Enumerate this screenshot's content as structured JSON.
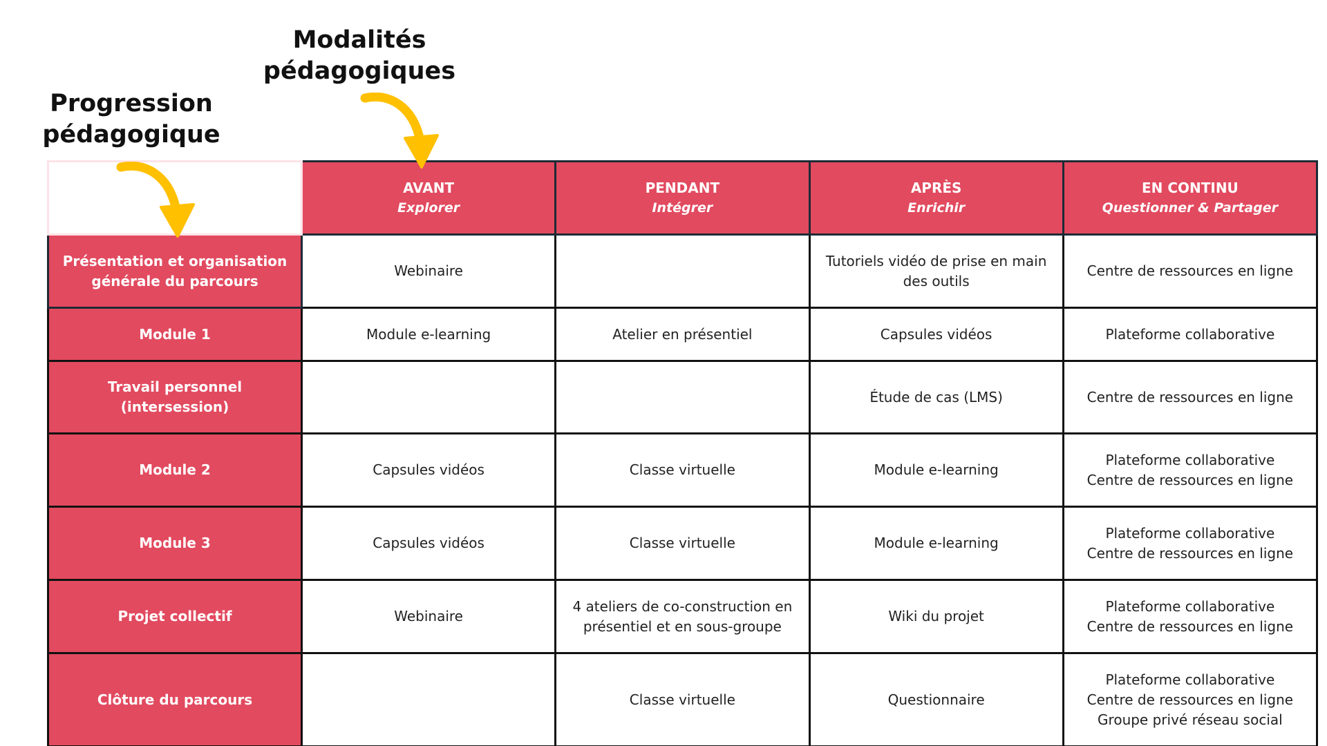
{
  "captions": {
    "progression": [
      "Progression",
      "pédagogique"
    ],
    "modalites": [
      "Modalités",
      "pédagogiques"
    ]
  },
  "colors": {
    "accent": "#e24a5f",
    "arrow": "#ffc000",
    "border": "#111111"
  },
  "icons": {
    "progression_arrow": "curved-arrow-down-icon",
    "modalites_arrow": "curved-arrow-down-icon"
  },
  "table": {
    "columns": [
      {
        "title": "AVANT",
        "subtitle": "Explorer"
      },
      {
        "title": "PENDANT",
        "subtitle": "Intégrer"
      },
      {
        "title": "APRÈS",
        "subtitle": "Enrichir"
      },
      {
        "title": "EN CONTINU",
        "subtitle": "Questionner & Partager"
      }
    ],
    "rows": [
      {
        "label": [
          "Présentation et organisation",
          "générale du parcours"
        ],
        "cells": [
          [
            "Webinaire"
          ],
          [],
          [
            "Tutoriels vidéo de prise en main",
            "des outils"
          ],
          [
            "Centre de ressources en ligne"
          ]
        ]
      },
      {
        "label": [
          "Module 1"
        ],
        "cells": [
          [
            "Module e-learning"
          ],
          [
            "Atelier en présentiel"
          ],
          [
            "Capsules vidéos"
          ],
          [
            "Plateforme collaborative"
          ]
        ]
      },
      {
        "label": [
          "Travail personnel",
          "(intersession)"
        ],
        "cells": [
          [],
          [],
          [
            "Étude de cas (LMS)"
          ],
          [
            "Centre de ressources en ligne"
          ]
        ]
      },
      {
        "label": [
          "Module 2"
        ],
        "cells": [
          [
            "Capsules vidéos"
          ],
          [
            "Classe virtuelle"
          ],
          [
            "Module e-learning"
          ],
          [
            "Plateforme collaborative",
            "Centre de ressources en ligne"
          ]
        ]
      },
      {
        "label": [
          "Module 3"
        ],
        "cells": [
          [
            "Capsules vidéos"
          ],
          [
            "Classe virtuelle"
          ],
          [
            "Module e-learning"
          ],
          [
            "Plateforme collaborative",
            "Centre de ressources en ligne"
          ]
        ]
      },
      {
        "label": [
          "Projet collectif"
        ],
        "cells": [
          [
            "Webinaire"
          ],
          [
            "4 ateliers de co-construction en",
            "présentiel et en sous-groupe"
          ],
          [
            "Wiki du projet"
          ],
          [
            "Plateforme collaborative",
            "Centre de ressources en ligne"
          ]
        ]
      },
      {
        "label": [
          "Clôture du parcours"
        ],
        "cells": [
          [],
          [
            "Classe virtuelle"
          ],
          [
            "Questionnaire"
          ],
          [
            "Plateforme collaborative",
            "Centre de ressources en ligne",
            "Groupe privé réseau social"
          ]
        ]
      }
    ]
  }
}
